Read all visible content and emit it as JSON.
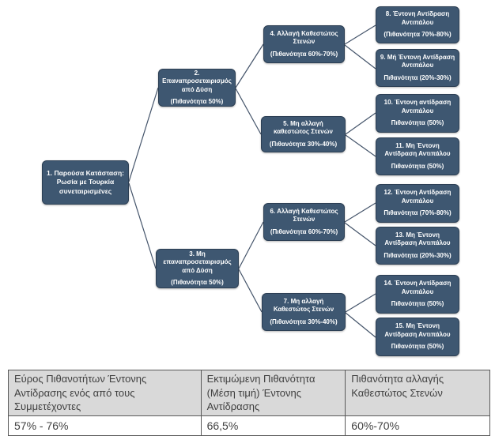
{
  "tree": {
    "nodes": [
      {
        "id": 1,
        "title": "1. Παρούσα Κατάσταση: Ρωσία με Τουρκία συνεταιρισμένες",
        "probability": ""
      },
      {
        "id": 2,
        "title": "2. Επαναπροσεταιρισμός από Δύση",
        "probability": "(Πιθανότητα 50%)"
      },
      {
        "id": 3,
        "title": "3. Μη επαναπροσεταιρισμός από Δύση",
        "probability": "(Πιθανότητα 50%)"
      },
      {
        "id": 4,
        "title": "4. Αλλαγή Καθεστώτος Στενών",
        "probability": "(Πιθανότητα 60%-70%)"
      },
      {
        "id": 5,
        "title": "5. Μη αλλαγή καθεστώτος Στενών",
        "probability": "(Πιθανότητα 30%-40%)"
      },
      {
        "id": 6,
        "title": "6. Αλλαγή Καθεστώτος Στενών",
        "probability": "(Πιθανότητα 60%-70%)"
      },
      {
        "id": 7,
        "title": "7. Μη αλλαγή Καθεστώτος Στενών",
        "probability": "(Πιθανότητα 30%-40%)"
      },
      {
        "id": 8,
        "title": "8. Έντονη Αντίδραση Αντιπάλου",
        "probability": "(Πιθανότητα 70%-80%)"
      },
      {
        "id": 9,
        "title": "9. Μή Έντονη Αντίδραση Αντιπάλου",
        "probability": "Πιθανότητα (20%-30%)"
      },
      {
        "id": 10,
        "title": "10. Έντονη αντίδραση Αντιπάλου",
        "probability": "Πιθανότητα (50%)"
      },
      {
        "id": 11,
        "title": "11. Μη Έντονη Αντίδραση Αντιπάλου",
        "probability": "Πιθανότητα (50%)"
      },
      {
        "id": 12,
        "title": "12. Έντονη Αντίδραση Αντιπάλου",
        "probability": "Πιθανότητα (70%-80%)"
      },
      {
        "id": 13,
        "title": "13. Μη Έντονη Αντίδραση Αντιπάλου",
        "probability": "Πιθανότητα (20%-30%)"
      },
      {
        "id": 14,
        "title": "14. Έντονη Αντίδραση Αντιπάλου",
        "probability": "Πιθανότητα (50%)"
      },
      {
        "id": 15,
        "title": "15. Μη Έντονη Αντίδραση Αντιπάλου",
        "probability": "Πιθανότητα (50%)"
      }
    ]
  },
  "summary_table": {
    "columns": [
      {
        "header": "Εύρος Πιθανοτήτων Έντονης Αντίδρασης ενός από τους Συμμετέχοντες",
        "value": "57% - 76%"
      },
      {
        "header": "Εκτιμώμενη Πιθανότητα (Μέση τιμή) Έντονης Αντίδρασης",
        "value": "66,5%"
      },
      {
        "header": "Πιθανότητα αλλαγής Καθεστώτος Στενών",
        "value": "60%-70%"
      }
    ]
  },
  "colors": {
    "node_fill": "#3E5771",
    "node_border": "#2C3F54",
    "connector": "#44546A",
    "table_header_bg": "#D9D9D9",
    "table_border": "#595959",
    "table_text": "#404040"
  }
}
